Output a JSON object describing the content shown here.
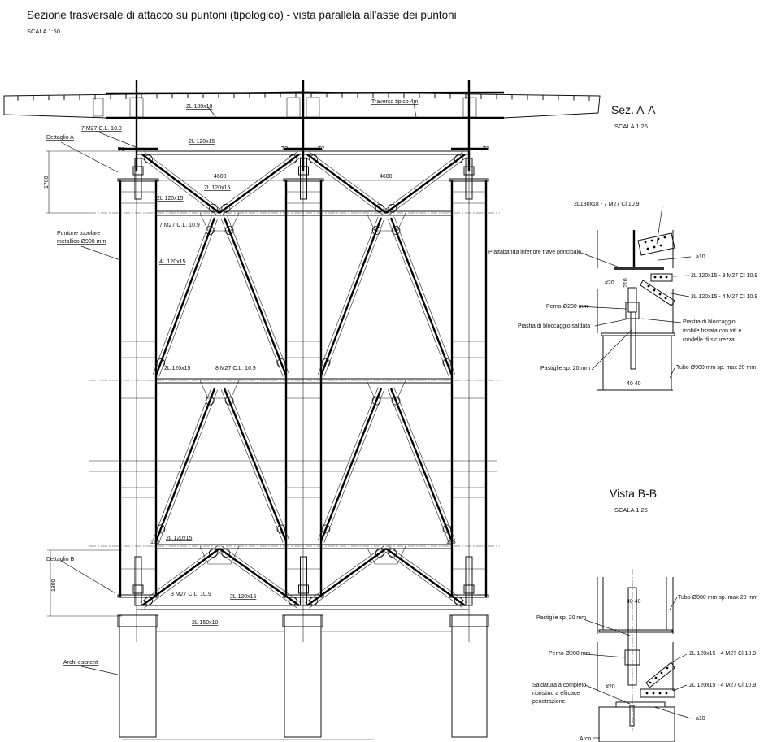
{
  "title": "Sezione trasversale di attacco su puntoni (tipologico) - vista parallela all'asse dei puntoni",
  "scale": "SCALA  1:50",
  "main_labels": [
    "2L 180x18",
    "Traverso tipico 4m",
    "7 M27 C.L. 10.9",
    "Dettaglio A",
    "2L 120x15",
    "T1",
    "T2",
    "T2",
    "T3",
    "4600",
    "4600",
    "2L 120x15",
    "2L 120x15",
    "7 M27 C.L. 10.9",
    "Puntone tubolare",
    "metallico Ø900 mm",
    "4L 120x15",
    "2L 120x15",
    "8 M27 C.L. 10.9",
    "1700",
    "185",
    "185",
    "2L 120x15",
    "Dettaglio B",
    "1800",
    "3 M27 C.L. 10.9",
    "2L 120x15",
    "2L 150x10",
    "Archi esistenti"
  ],
  "section_aa": {
    "title": "Sez. A-A",
    "scale": "SCALA  1:25",
    "labels": [
      "2L180x18 - 7 M27 Cl 10.9",
      "Piattabanda inferiore trave principale",
      "a10",
      "2L 120x15 - 3 M27 Cl 10.9",
      "#20",
      "210",
      "2L 120x15 - 4 M27 Cl 10.9",
      "Perno Ø200 mm",
      "Piastra di bloccaggio saldata",
      "Piastra di bloccaggio",
      "mobile fissata con viti e",
      "rondelle di sicurezza",
      "Pastiglie sp. 20 mm",
      "Tubo Ø900 mm sp. max 20 mm",
      "40  40"
    ]
  },
  "view_bb": {
    "title": "Vista B-B",
    "scale": "SCALA  1:25",
    "labels": [
      "40  40",
      "Tubo Ø900 mm sp. max 20 mm",
      "Pastiglie sp. 20 mm",
      "Perno Ø200 mm",
      "2L 120x15 - 4 M27 Cl 10.9",
      "Saldatura a completo",
      "ripristino a efficace",
      "penetrazione",
      "#20",
      "2L 120x15 - 4 M27 Cl 10.9",
      "a10",
      "Arco"
    ]
  }
}
